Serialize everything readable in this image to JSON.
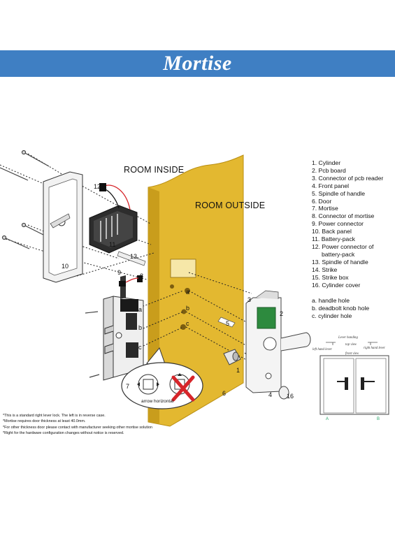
{
  "banner": {
    "title": "Mortise"
  },
  "labels": {
    "room_inside": "ROOM INSIDE",
    "room_outside": "ROOM OUTSIDE"
  },
  "parts": [
    "1. Cylinder",
    "2. Pcb board",
    "3. Connector of pcb reader",
    "4. Front panel",
    "5. Spindle of handle",
    "6. Door",
    "7. Mortise",
    "8. Connector of mortise",
    "9. Power connector",
    "10. Back panel",
    "11. Battery-pack",
    "12. Power connector of",
    "battery-pack",
    "13. Spindle of handle",
    "14. Strike",
    "15. Strike box",
    "16. Cylinder cover"
  ],
  "holes": [
    "a. handle hole",
    "b. deadbolt knob hole",
    "c. cylinder hole"
  ],
  "callout": {
    "caption": "arrow horizontal"
  },
  "handing": {
    "title": "Lever handing",
    "top_view": "top view",
    "left": "left hand lever",
    "right": "right hand lever",
    "front_view": "front view",
    "door_a": "A",
    "door_b": "B"
  },
  "part_numbers": [
    "1",
    "2",
    "3",
    "4",
    "5",
    "6",
    "7",
    "8",
    "9",
    "10",
    "11",
    "12",
    "13",
    "16",
    "a",
    "b",
    "c",
    "a",
    "b",
    "c"
  ],
  "notes": [
    "*This is a standard right lever lock. The left is in reverse case.",
    "*Mortise requires door thickness at least 40.0mm.",
    "*For other thickness door please contact with manufacturer seeking other mortise solution",
    "*Right for the hardware configuration changes without notice is reserved."
  ],
  "colors": {
    "banner": "#3f7fc3",
    "door": "#e2b62c",
    "door_edge": "#b98e12",
    "x_mark": "#d6252a",
    "door_label": "#2aa56a"
  }
}
